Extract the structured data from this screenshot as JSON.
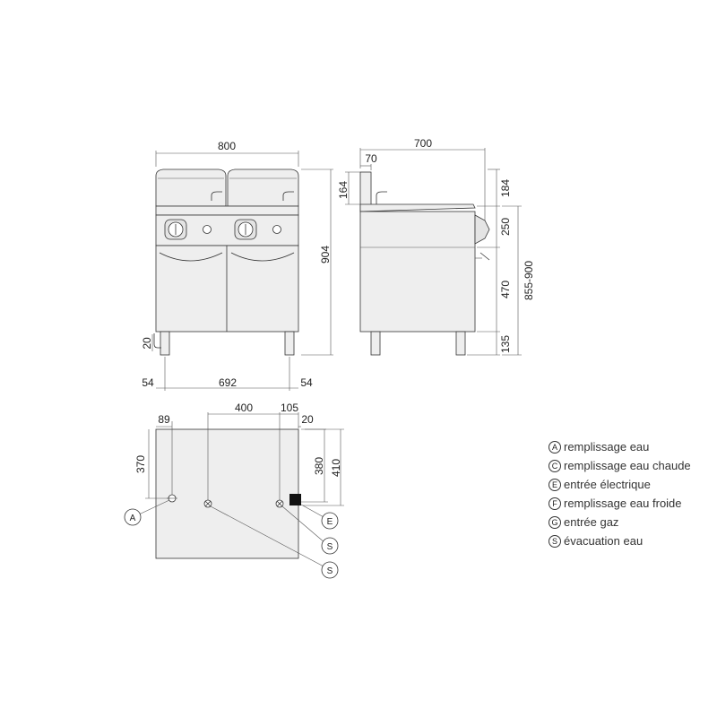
{
  "front_view": {
    "width": "800",
    "height": "904",
    "foot_height": "20",
    "left_offset": "54",
    "span": "692",
    "right_offset": "54"
  },
  "side_view": {
    "depth": "700",
    "top_offset": "70",
    "splash_height_left": "164",
    "splash_height_right": "184",
    "panel_height": "250",
    "cabinet_height": "470",
    "leg_height": "135",
    "total_height": "855-900"
  },
  "plan_view": {
    "a_offset": "89",
    "s_spacing": "400",
    "s_offset": "105",
    "side_gap": "20",
    "a_depth": "370",
    "s_depth": "380",
    "e_depth": "410",
    "callouts": {
      "a": "A",
      "s1": "S",
      "s2": "S",
      "e": "E"
    }
  },
  "legend": [
    {
      "letter": "A",
      "label": "remplissage eau"
    },
    {
      "letter": "C",
      "label": "remplissage eau chaude"
    },
    {
      "letter": "E",
      "label": "entrée électrique"
    },
    {
      "letter": "F",
      "label": "remplissage eau froide"
    },
    {
      "letter": "G",
      "label": "entrée gaz"
    },
    {
      "letter": "S",
      "label": "évacuation eau"
    }
  ]
}
